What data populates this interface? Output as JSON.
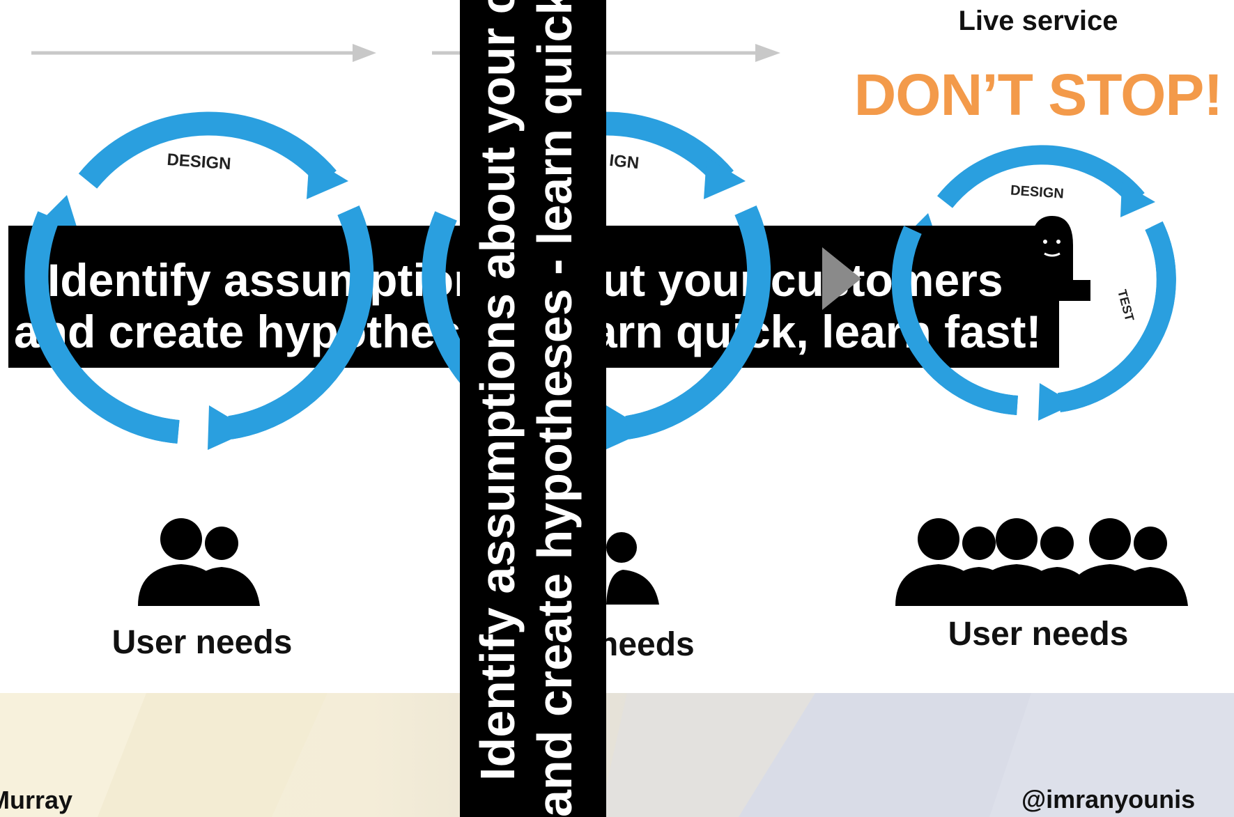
{
  "header": {
    "live_service": "Live service",
    "dont_stop": "DON’T STOP!"
  },
  "cycles": {
    "cycle_1_label_design": "DESIGN",
    "cycle_2_label_design_fragment": "IGN",
    "cycle_3_label_design": "DESIGN",
    "cycle_3_label_test": "TEST"
  },
  "labels": {
    "user_needs_1": "User needs",
    "user_needs_2_fragment": "needs",
    "user_needs_3": "User needs"
  },
  "banner": {
    "line_1": "Identify assumptions about your customers",
    "line_2": "and create hypotheses - learn quick, learn fast!"
  },
  "vertical_banner": {
    "line_1": "Identify assumptions about your customers",
    "line_2": "and create hypotheses - learn quick, learn fast!"
  },
  "footer": {
    "left": "Murray",
    "right": "@imranyounis"
  },
  "colors": {
    "cycle_blue": "#2a9fdf",
    "accent_orange": "#f39a4a",
    "arrow_grey": "#c8c8c8",
    "play_grey": "#8a8a8a"
  },
  "icons": {
    "play": "play-icon",
    "user_group": "user-group-icon",
    "person": "person-icon",
    "laptop": "laptop-icon"
  }
}
